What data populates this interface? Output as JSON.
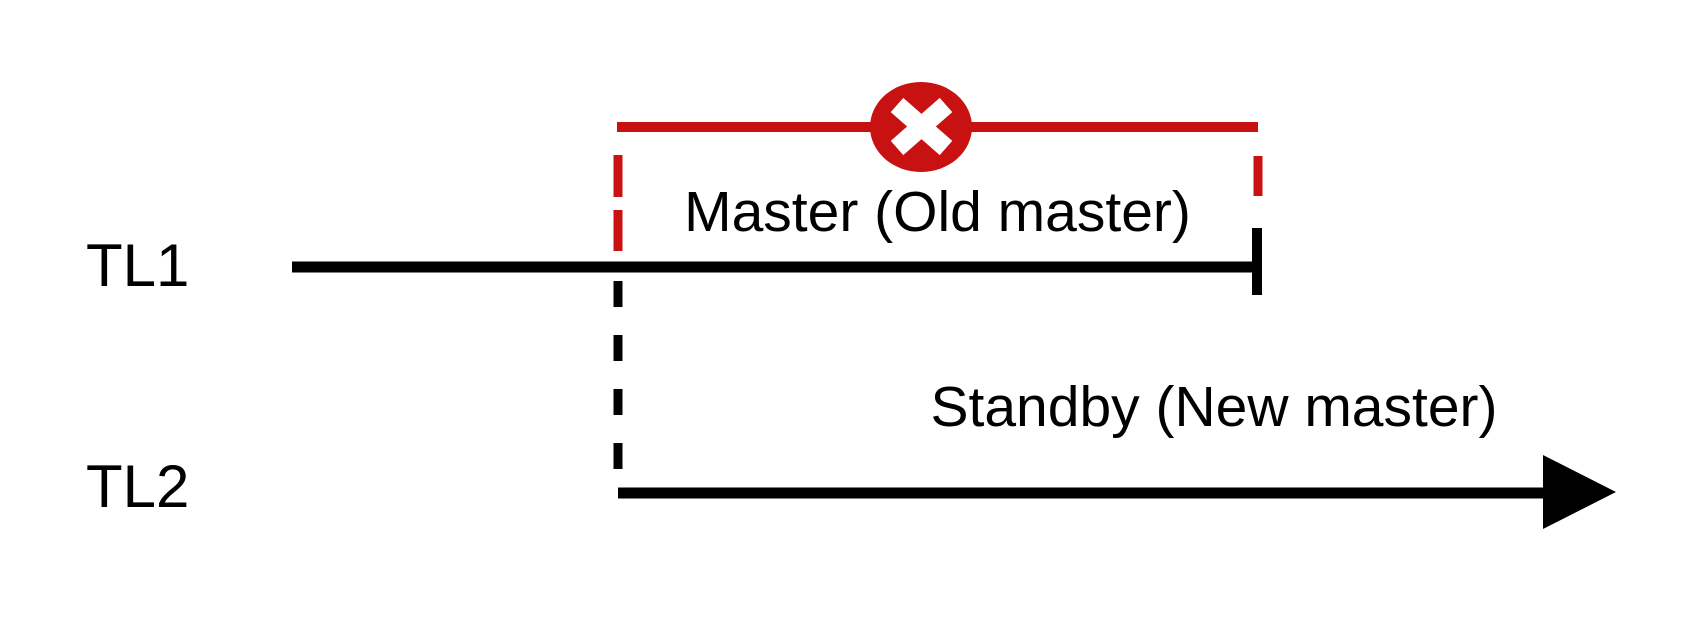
{
  "diagram": {
    "timelines": [
      {
        "label": "TL1",
        "annotation": "Master (Old master)"
      },
      {
        "label": "TL2",
        "annotation": "Standby (New master)"
      }
    ],
    "icons": {
      "failure": "x-circle-icon"
    },
    "colors": {
      "red": "#C81111",
      "black": "#000000",
      "white": "#FFFFFF"
    }
  }
}
